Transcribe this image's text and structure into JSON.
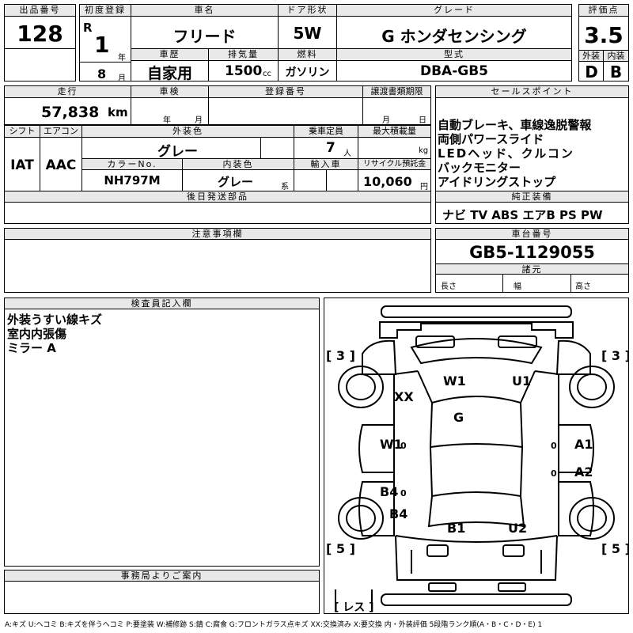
{
  "lot": {
    "label": "出品番号",
    "value": "128"
  },
  "first_reg": {
    "label": "初度登録",
    "era": "R",
    "year": "1",
    "year_unit": "年",
    "month": "8",
    "month_unit": "月"
  },
  "car_name": {
    "label": "車名",
    "value": "フリード"
  },
  "doors": {
    "label": "ドア形状",
    "value": "5W"
  },
  "grade": {
    "label": "グレード",
    "value": "G ホンダセンシング"
  },
  "score": {
    "label": "評価点",
    "value": "3.5",
    "ext_label": "外装",
    "int_label": "内装",
    "ext": "D",
    "int": "B"
  },
  "history": {
    "label": "車歴",
    "value": "自家用"
  },
  "displacement": {
    "label": "排気量",
    "value": "1500",
    "unit": "cc"
  },
  "fuel": {
    "label": "燃料",
    "value": "ガソリン"
  },
  "model": {
    "label": "型式",
    "value": "DBA-GB5"
  },
  "mileage": {
    "label": "走行",
    "value": "57,838",
    "unit": "km"
  },
  "inspection": {
    "label": "車検",
    "year_unit": "年",
    "month_unit": "月"
  },
  "registration": {
    "label": "登録番号"
  },
  "transfer": {
    "label": "譲渡書類期限",
    "month_unit": "月",
    "day_unit": "日"
  },
  "sales_points": {
    "label": "セールスポイント",
    "lines": [
      "自動ブレーキ、車線逸脱警報",
      "両側パワースライド",
      "LEDヘッド、クルコン",
      "バックモニター",
      "アイドリングストップ"
    ]
  },
  "shift": {
    "label": "シフト",
    "value": "IAT"
  },
  "aircon": {
    "label": "エアコン",
    "value": "AAC"
  },
  "exterior_color": {
    "label": "外装色",
    "value": "グレー"
  },
  "capacity": {
    "label": "乗車定員",
    "value": "7",
    "unit": "人"
  },
  "max_load": {
    "label": "最大積載量",
    "unit": "kg"
  },
  "color_no": {
    "label": "カラーNo.",
    "value": "NH797M"
  },
  "interior_color": {
    "label": "内装色",
    "value": "グレー",
    "unit": "系"
  },
  "import": {
    "label": "輸入車"
  },
  "recycle": {
    "label": "リサイクル預託金",
    "value": "10,060",
    "unit": "円"
  },
  "equipment": {
    "label": "純正装備",
    "value": "ナビ TV ABS エアB PS PW"
  },
  "later_parts": {
    "label": "後日発送部品"
  },
  "notes": {
    "label": "注意事項欄"
  },
  "chassis": {
    "label": "車台番号",
    "value": "GB5-1129055"
  },
  "specs": {
    "label": "諸元",
    "length": "長さ",
    "width": "幅",
    "height": "高さ"
  },
  "inspector": {
    "label": "検査員記入欄",
    "lines": [
      "外装うすい線キズ",
      "室内内張傷",
      "ミラー A"
    ]
  },
  "office": {
    "label": "事務局よりご案内"
  },
  "diagram": {
    "marks": [
      "W1",
      "U1",
      "XX",
      "G",
      "W1",
      "A1",
      "A2",
      "B4",
      "B4",
      "B1",
      "U2"
    ],
    "tires": [
      "[ 3 ]",
      "[ 3 ]",
      "[ 5 ]",
      "[ 5 ]"
    ],
    "spare": "[ レス ]"
  },
  "legend": "A:キズ U:ヘコミ B:キズを伴うヘコミ P:要塗装 W:補修跡 S:錆 C:腐食 G:フロントガラス点キズ XX:交換済み X:要交換 内・外装評価 5段階ランク順(A・B・C・D・E) 1"
}
